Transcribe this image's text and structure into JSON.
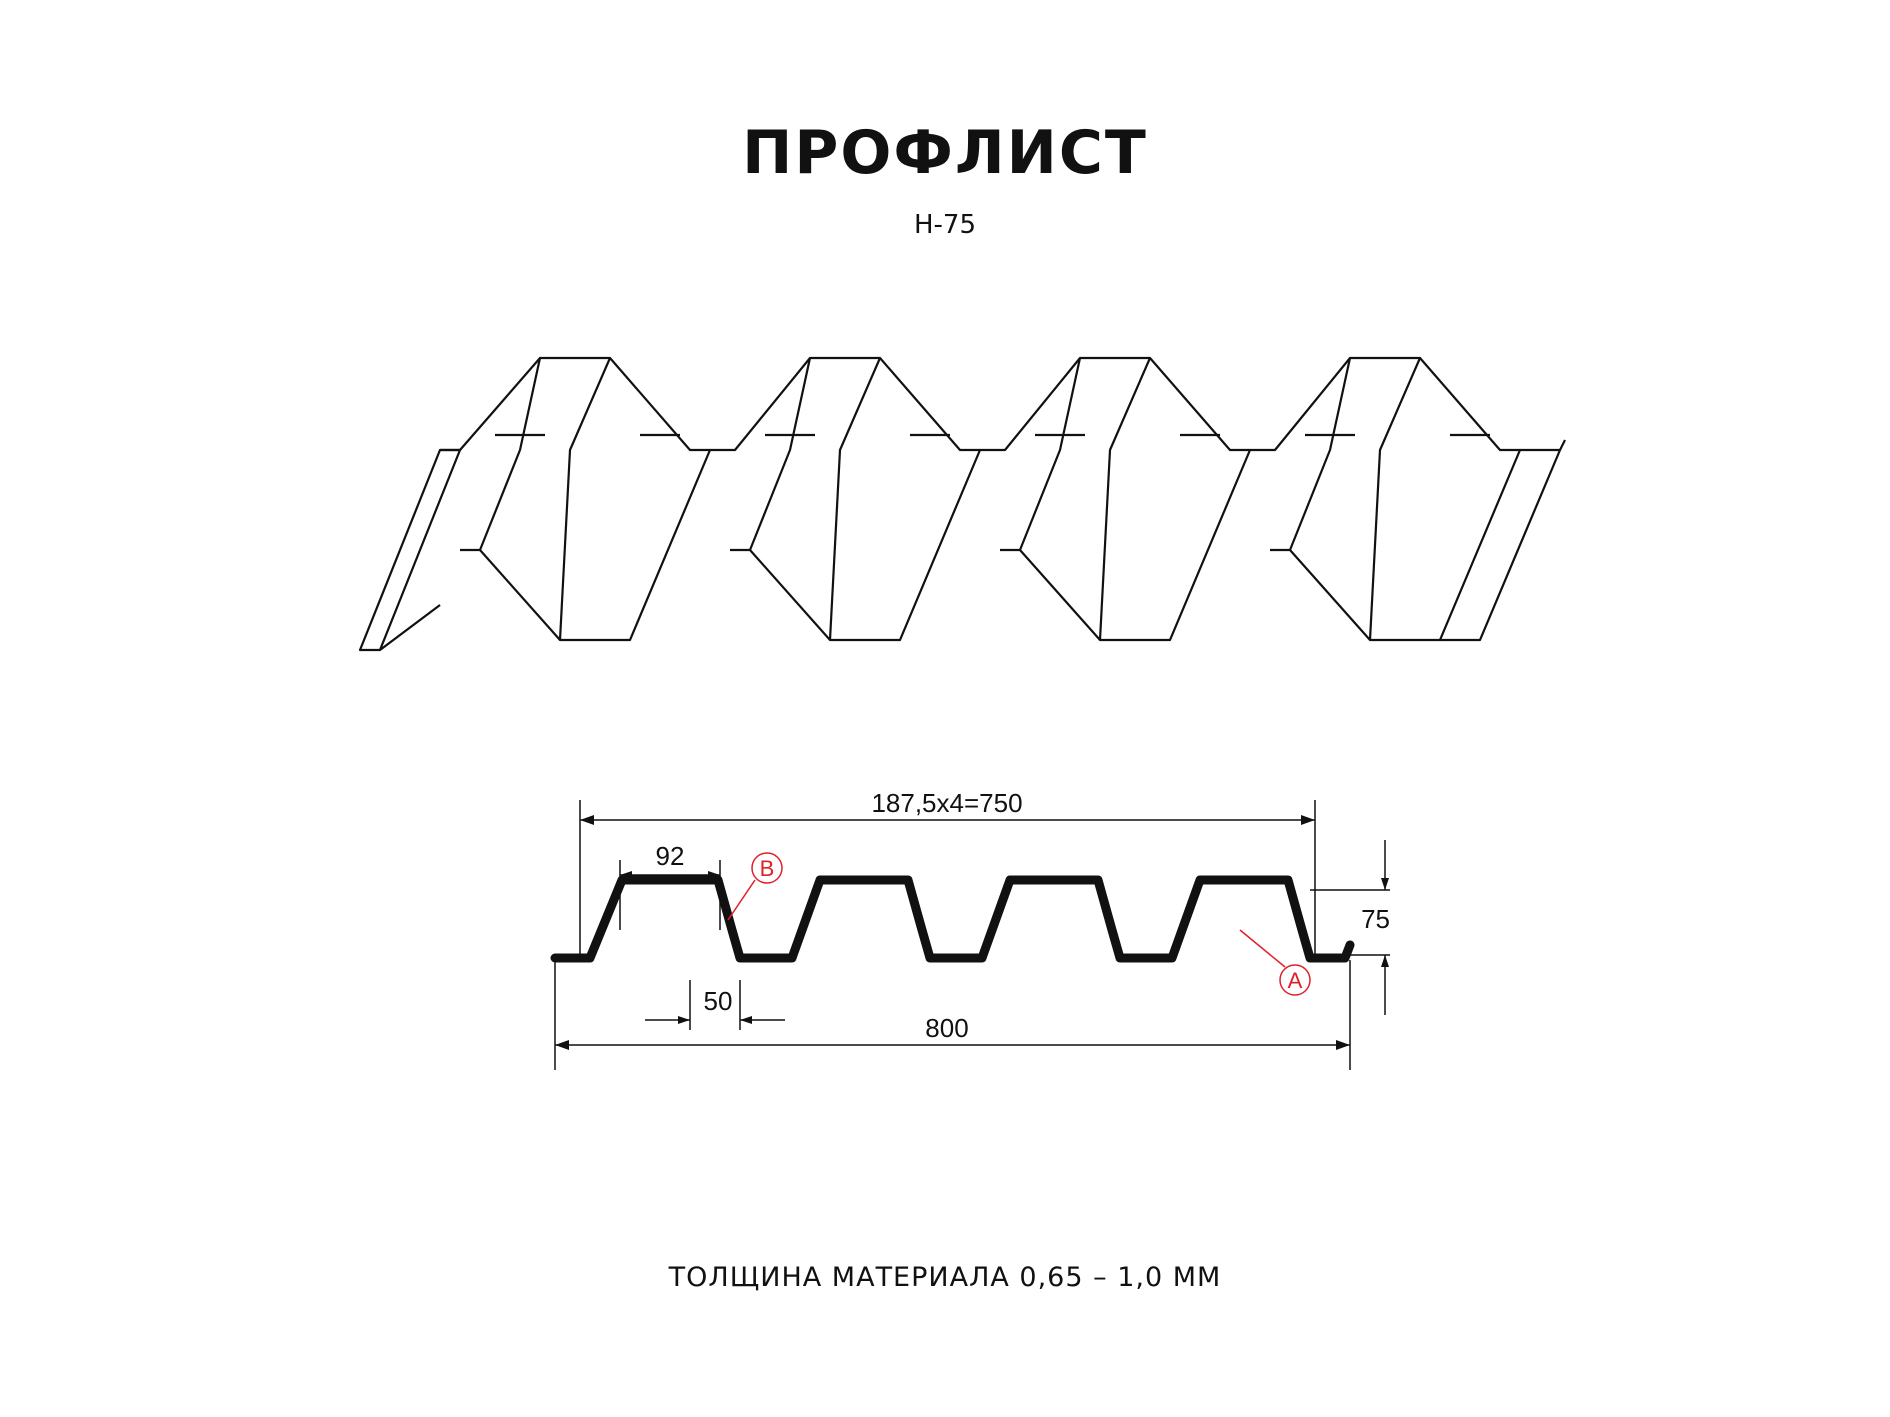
{
  "title": "ПРОФЛИСТ",
  "subtitle": "Н-75",
  "dimensions": {
    "pitch_total": "187,5х4=750",
    "rib_top_width": "92",
    "rib_bottom_width": "50",
    "profile_height": "75",
    "overall_width": "800"
  },
  "callouts": {
    "a": "A",
    "b": "B"
  },
  "footer": "ТОЛЩИНА МАТЕРИАЛА 0,65 – 1,0 ММ",
  "colors": {
    "line": "#111111",
    "callout": "#e0202a"
  }
}
